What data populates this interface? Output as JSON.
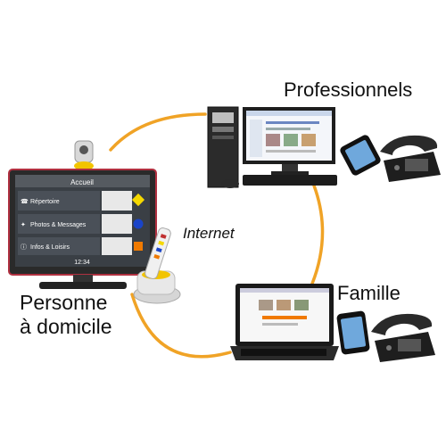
{
  "labels": {
    "professionals": "Professionnels",
    "family": "Famille",
    "home_person_line1": "Personne",
    "home_person_line2": "à domicile",
    "network": "Internet"
  },
  "tv_screen": {
    "header": "Accueil",
    "menu": [
      {
        "label": "Répertoire",
        "icon": "phone-icon",
        "color": "#f5d800"
      },
      {
        "label": "Photos & Messages",
        "icon": "lightbulb-icon",
        "color": "#1a44c8"
      },
      {
        "label": "Infos & Loisirs",
        "icon": "info-icon",
        "color": "#f07a00"
      }
    ],
    "clock": "12:34"
  },
  "colors": {
    "link_arc": "#f0a326",
    "tv_frame": "#2a2a2a",
    "tv_screen_bg": "#3a3f45"
  },
  "icons": {
    "desktop": "desktop-computer-icon",
    "laptop": "laptop-icon",
    "smartphone": "smartphone-icon",
    "desk_phone": "desk-phone-icon",
    "remote": "remote-control-icon",
    "camera": "webcam-icon"
  }
}
